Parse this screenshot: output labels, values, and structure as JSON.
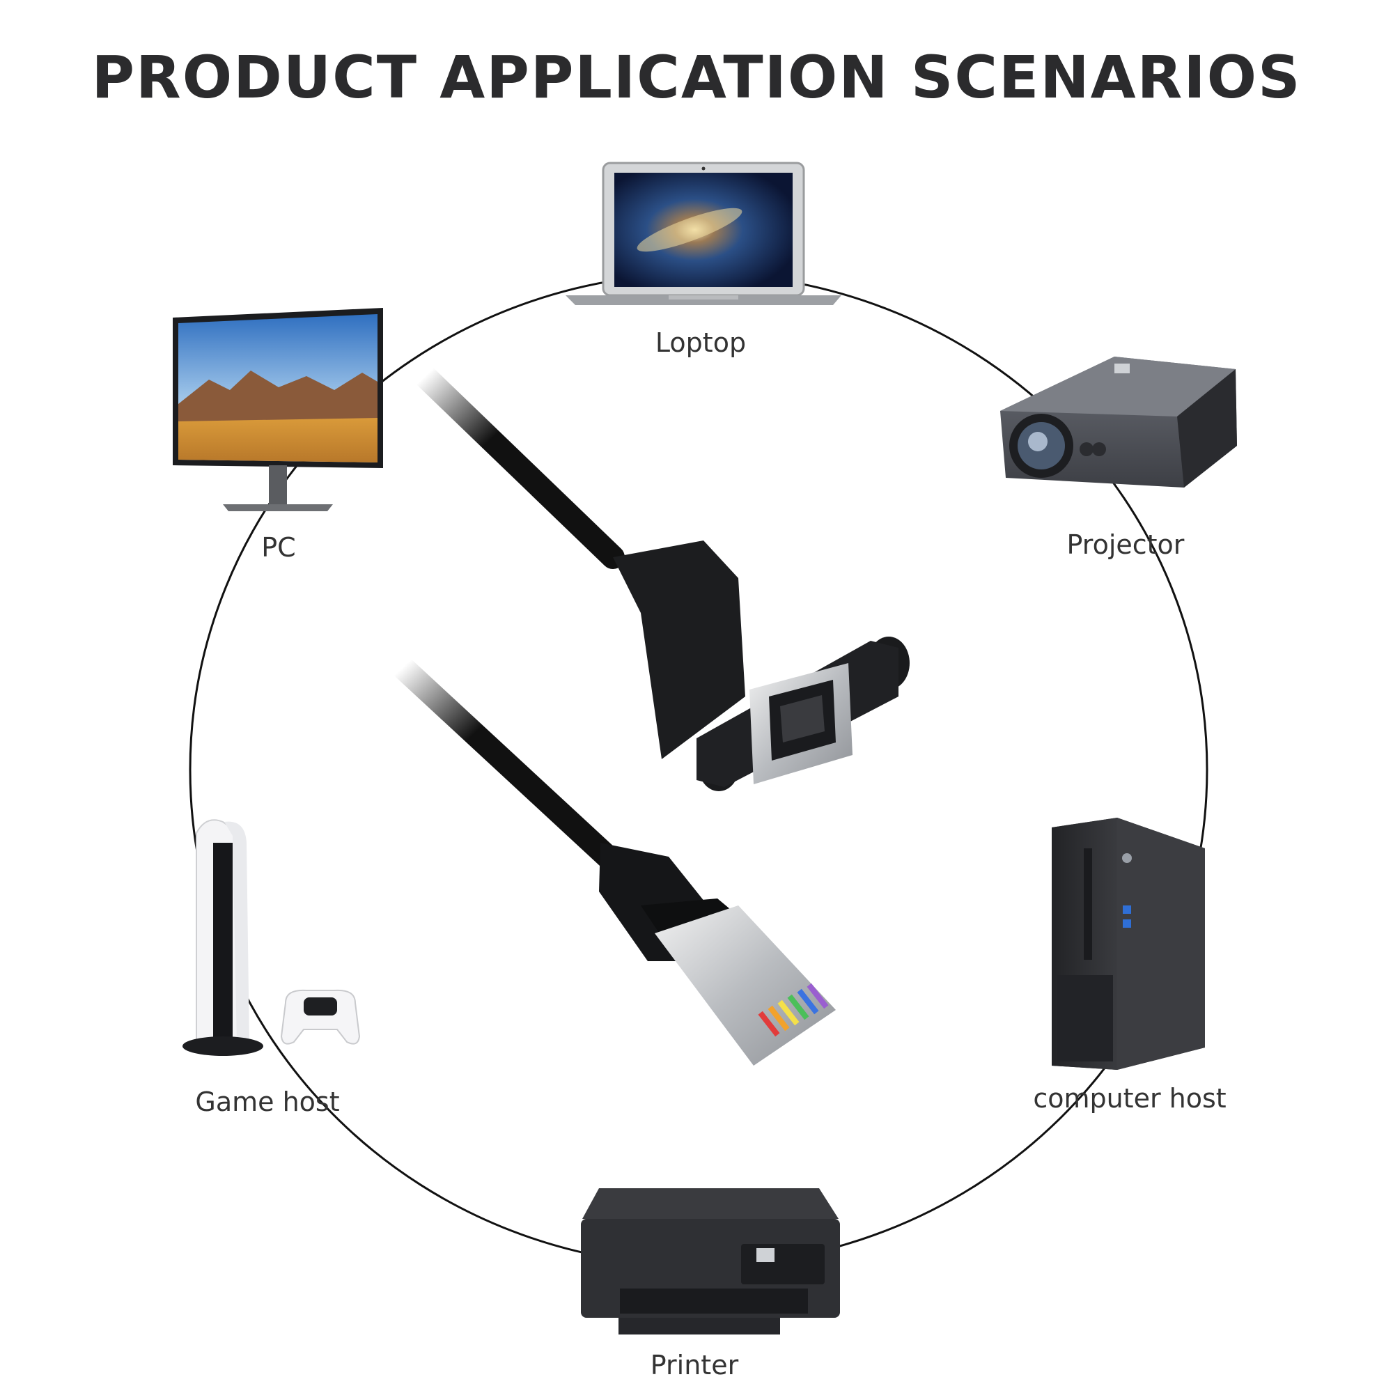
{
  "title": "PRODUCT APPLICATION SCENARIOS",
  "devices": {
    "laptop": {
      "label": "Loptop",
      "icon": "laptop-icon"
    },
    "pc": {
      "label": "PC",
      "icon": "monitor-icon"
    },
    "projector": {
      "label": "Projector",
      "icon": "projector-icon"
    },
    "game_host": {
      "label": "Game host",
      "icon": "game-console-icon"
    },
    "computer_host": {
      "label": "computer host",
      "icon": "desktop-tower-icon"
    },
    "printer": {
      "label": "Printer",
      "icon": "printer-icon"
    }
  },
  "center_product": {
    "icon": "rj45-extension-cable-icon"
  },
  "colors": {
    "title": "#2b2b2d",
    "label": "#333333",
    "cable": "#111111",
    "ring": "#111111"
  }
}
